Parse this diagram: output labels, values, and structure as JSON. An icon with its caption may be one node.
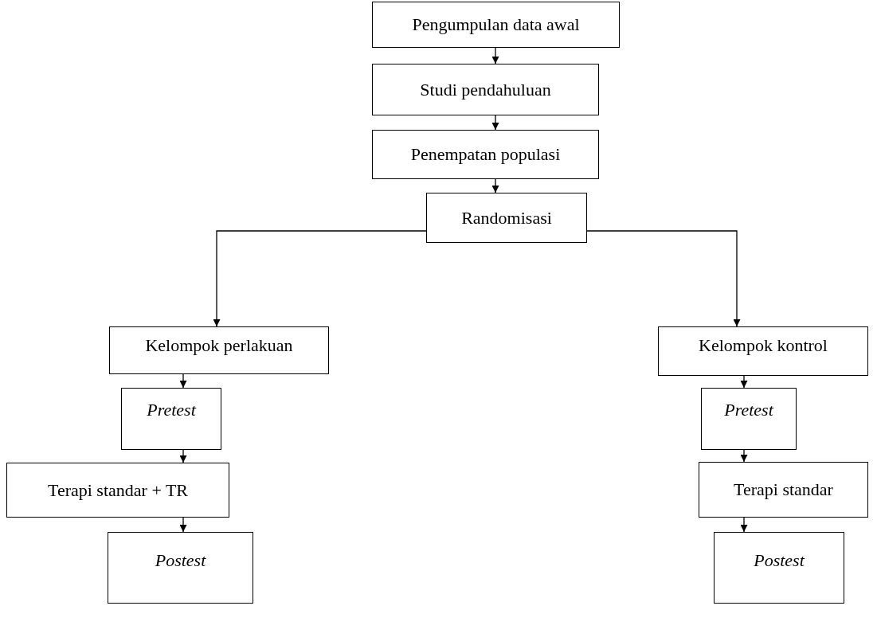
{
  "diagram": {
    "nodes": [
      {
        "text": [
          "Pengumpulan data awal"
        ]
      },
      {
        "text": [
          "Studi pendahuluan"
        ]
      },
      {
        "text": [
          "Penempatan populasi"
        ]
      },
      {
        "text": [
          "Randomisasi"
        ]
      },
      {
        "text": [
          "Kelompok perlakuan"
        ]
      },
      {
        "text": [
          "Pretest"
        ]
      },
      {
        "text": [
          "Terapi standar + TR"
        ]
      },
      {
        "text": [
          "Postest"
        ]
      },
      {
        "text": [
          "Kelompok kontrol"
        ]
      },
      {
        "text": [
          "Pretest"
        ]
      },
      {
        "text": [
          "Terapi standar"
        ]
      },
      {
        "text": [
          "Postest"
        ]
      }
    ],
    "edges": [
      {
        "from": 0,
        "to": 1,
        "arrow": "to"
      },
      {
        "from": 1,
        "to": 2,
        "arrow": "to"
      },
      {
        "from": 2,
        "to": 3,
        "arrow": "to"
      },
      {
        "from": 3,
        "to": 4,
        "arrow": "to"
      },
      {
        "from": 3,
        "to": 8,
        "arrow": "to"
      },
      {
        "from": 4,
        "to": 5,
        "arrow": "to"
      },
      {
        "from": 5,
        "to": 6,
        "arrow": "to"
      },
      {
        "from": 6,
        "to": 7,
        "arrow": "to"
      },
      {
        "from": 8,
        "to": 9,
        "arrow": "to"
      },
      {
        "from": 9,
        "to": 10,
        "arrow": "to"
      },
      {
        "from": 10,
        "to": 11,
        "arrow": "to"
      }
    ]
  }
}
